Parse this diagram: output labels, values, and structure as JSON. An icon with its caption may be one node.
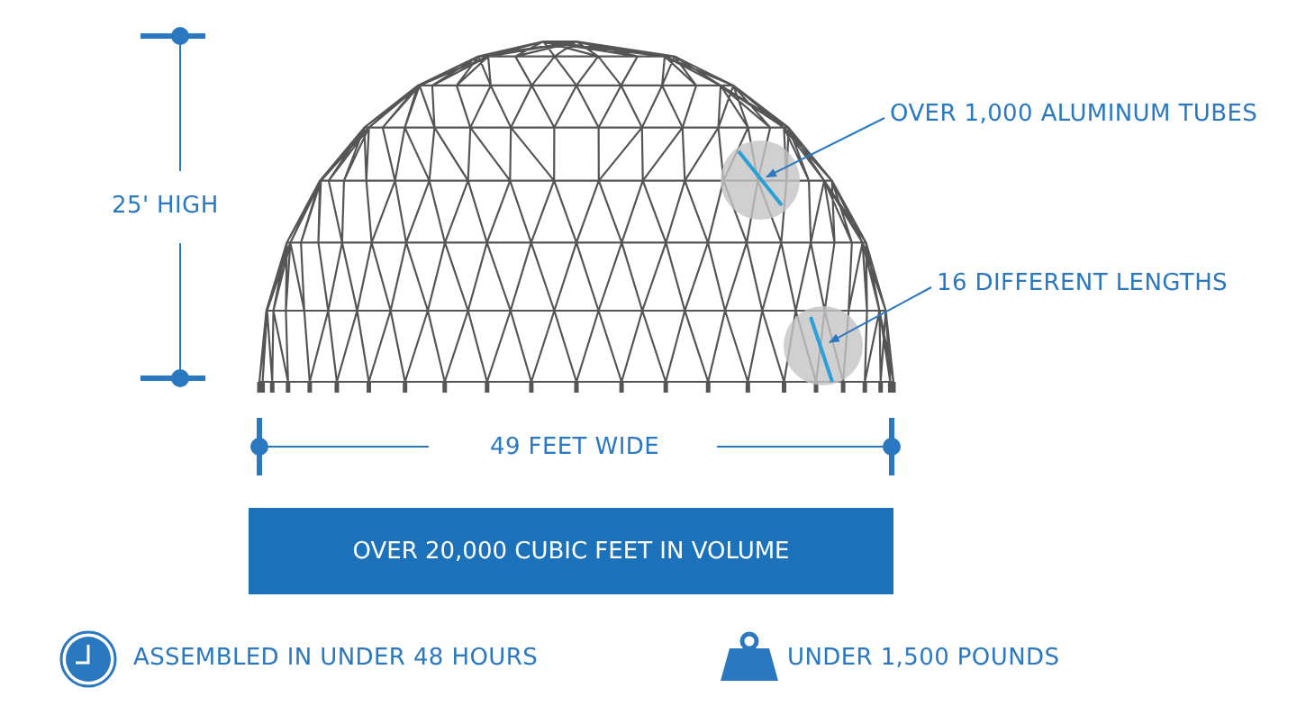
{
  "diagram": {
    "nodes": [
      {
        "text": [
          "OVER 1,000 ALUMINUM TUBES"
        ]
      },
      {
        "text": [],
        "shape": "circle"
      },
      {
        "text": [
          "16 DIFFERENT LENGTHS"
        ]
      },
      {
        "text": [],
        "shape": "circle"
      },
      {
        "text": [
          "OVER 20,000 CUBIC FEET IN VOLUME"
        ]
      }
    ],
    "edges": [
      {
        "from": 0,
        "to": 1,
        "arrow": "to"
      },
      {
        "from": 2,
        "to": 3,
        "arrow": "to"
      }
    ],
    "labels": [
      "25' HIGH",
      "49 FEET WIDE",
      "ASSEMBLED IN UNDER 48 HOURS",
      "UNDER 1,500 POUNDS"
    ]
  }
}
